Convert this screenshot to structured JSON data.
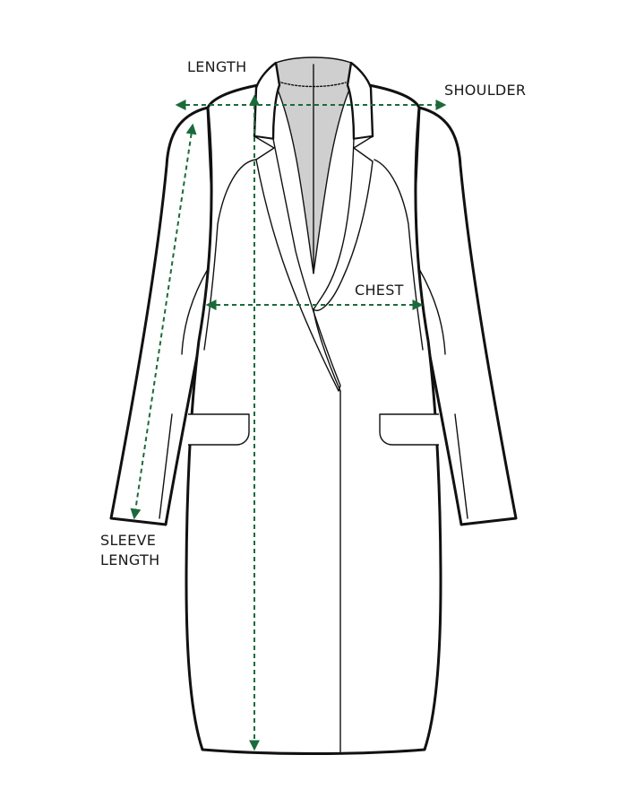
{
  "labels": {
    "length": "LENGTH",
    "shoulder": "SHOULDER",
    "chest": "CHEST",
    "sleeve_length_line1": "SLEEVE",
    "sleeve_length_line2": "LENGTH"
  },
  "colors": {
    "measure_line": "#1b6b3a",
    "outline": "#111111",
    "lining": "#cfcfcf"
  }
}
